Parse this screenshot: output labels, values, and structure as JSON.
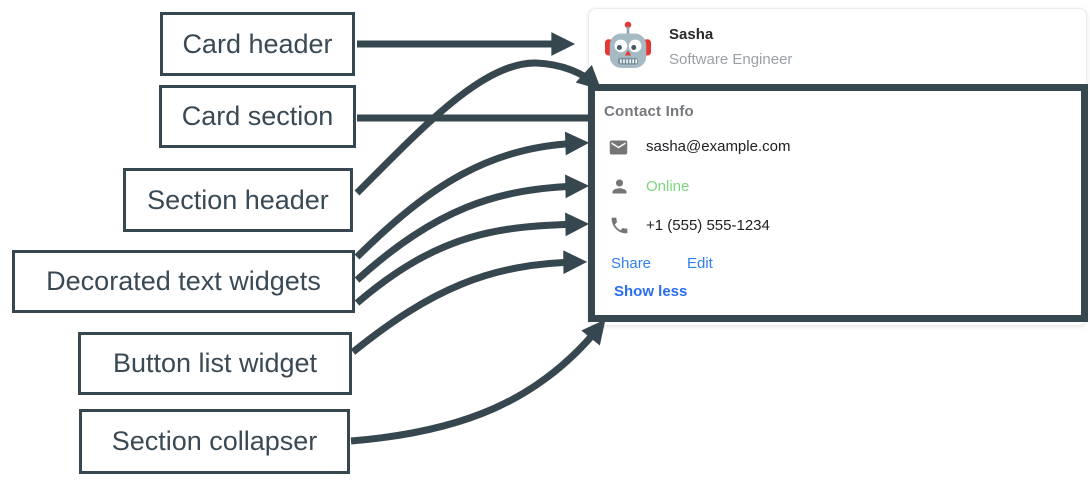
{
  "annotations": {
    "arrow_color": "#37474f",
    "labels": [
      {
        "id": "card-header",
        "text": "Card header"
      },
      {
        "id": "card-section",
        "text": "Card section"
      },
      {
        "id": "section-header",
        "text": "Section header"
      },
      {
        "id": "decorated-text-widgets",
        "text": "Decorated text widgets"
      },
      {
        "id": "button-list-widget",
        "text": "Button list widget"
      },
      {
        "id": "section-collapser",
        "text": "Section collapser"
      }
    ]
  },
  "card": {
    "header": {
      "avatar_icon": "robot-avatar",
      "name": "Sasha",
      "subtitle": "Software Engineer"
    },
    "section": {
      "title": "Contact Info",
      "rows": [
        {
          "icon": "email-icon",
          "text": "sasha@example.com"
        },
        {
          "icon": "person-icon",
          "text": "Online"
        },
        {
          "icon": "phone-icon",
          "text": "+1 (555) 555-1234"
        }
      ],
      "buttons": [
        {
          "label": "Share"
        },
        {
          "label": "Edit"
        }
      ],
      "collapser": {
        "label": "Show less"
      }
    },
    "colors": {
      "accent_dark": "#37474f",
      "link_blue": "#2f80f2",
      "collapser_blue": "#2a6df0",
      "online_green": "#7ed67f",
      "icon_gray": "#757575",
      "subtitle_gray": "#9aa0a6",
      "section_title_gray": "#74787c",
      "text_dark": "#202124"
    }
  }
}
